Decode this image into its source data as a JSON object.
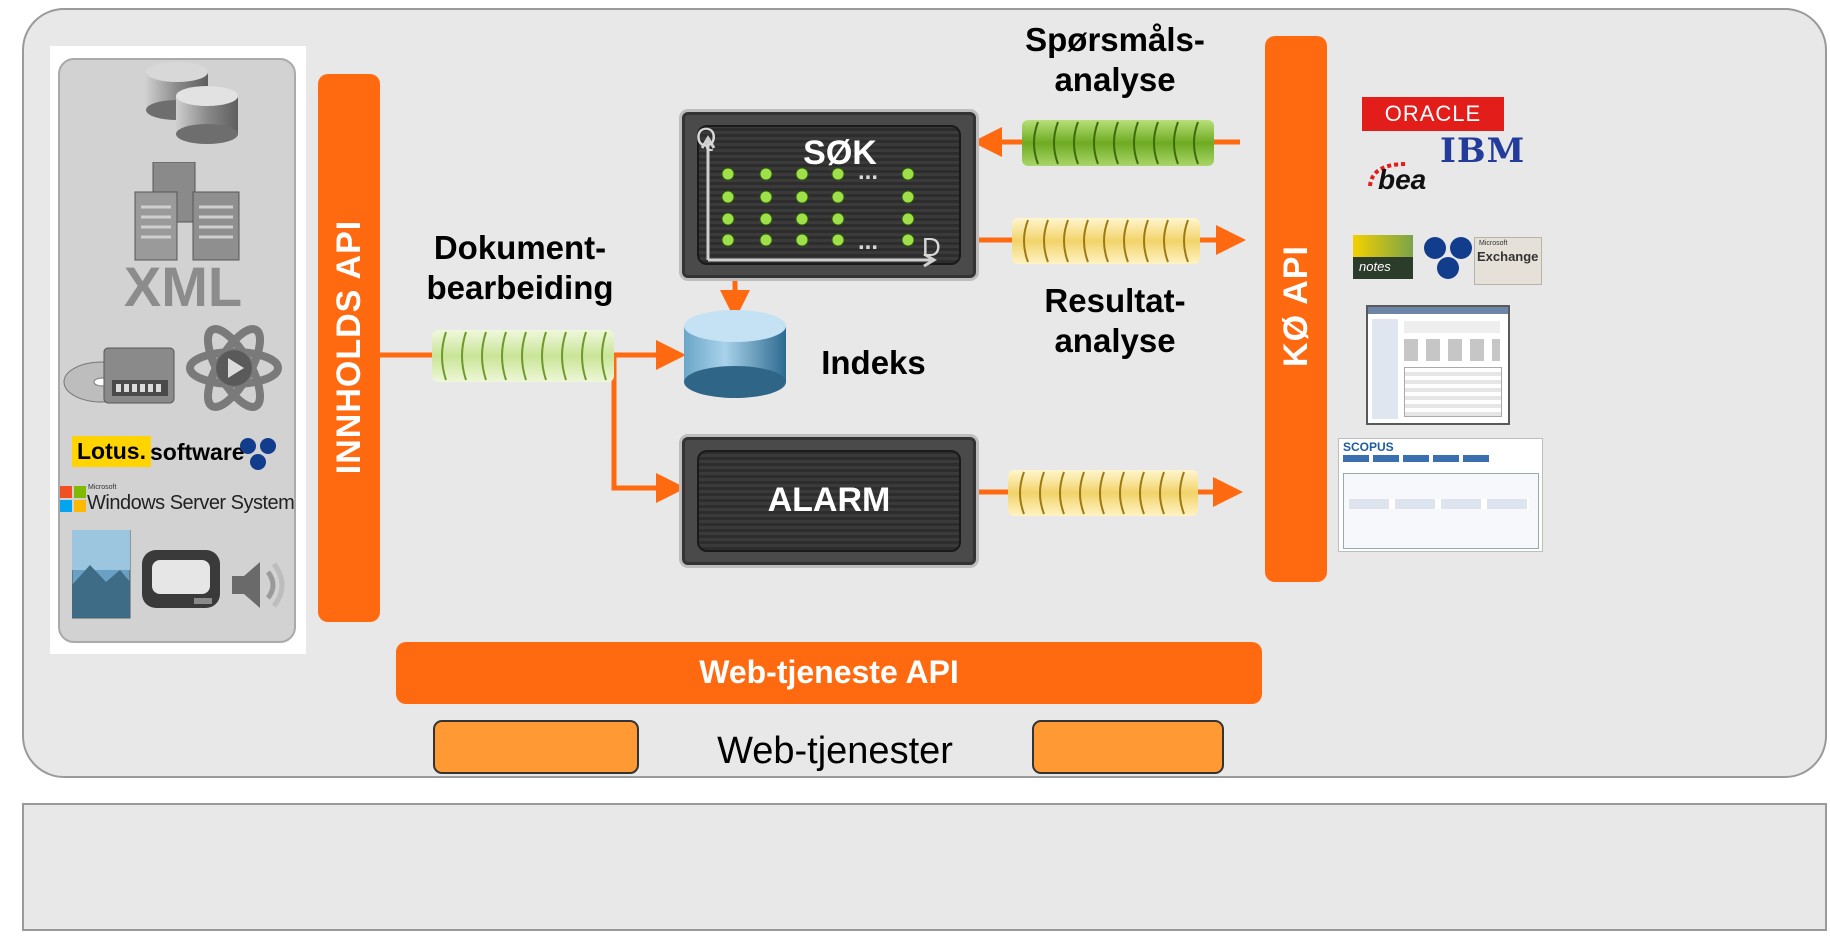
{
  "content_api": {
    "label": "INNHOLDS API"
  },
  "queue_api": {
    "label": "KØ API"
  },
  "web_service_api": {
    "label": "Web-tjeneste API"
  },
  "web_services": {
    "label": "Web-tjenester"
  },
  "processes": {
    "document_processing": [
      "Dokument-",
      "bearbeiding"
    ],
    "query_analysis": [
      "Spørsmåls-",
      "analyse"
    ],
    "result_analysis": [
      "Resultat-",
      "analyse"
    ],
    "index": "Indeks",
    "search": "SØK",
    "alarm": "ALARM"
  },
  "search_box": {
    "axis_q": "Q",
    "axis_d": "D",
    "ellipsis": "..."
  },
  "left_sources": {
    "xml": "XML",
    "lotus_brand": "Lotus.",
    "lotus_software": "software",
    "windows_small": "Microsoft",
    "windows": "Windows Server System"
  },
  "right_logos": {
    "oracle": "ORACLE",
    "ibm": "IBM",
    "bea": "bea",
    "notes": "notes",
    "exchange": "Exchange",
    "exchange_small": "Microsoft",
    "scopus": "SCOPUS"
  },
  "colors": {
    "orange": "#ff6a10",
    "service_button": "#ff9933",
    "queue_green": "#8cc63f",
    "queue_light_green": "#d6efa6",
    "queue_yellow": "#f5d66a"
  }
}
